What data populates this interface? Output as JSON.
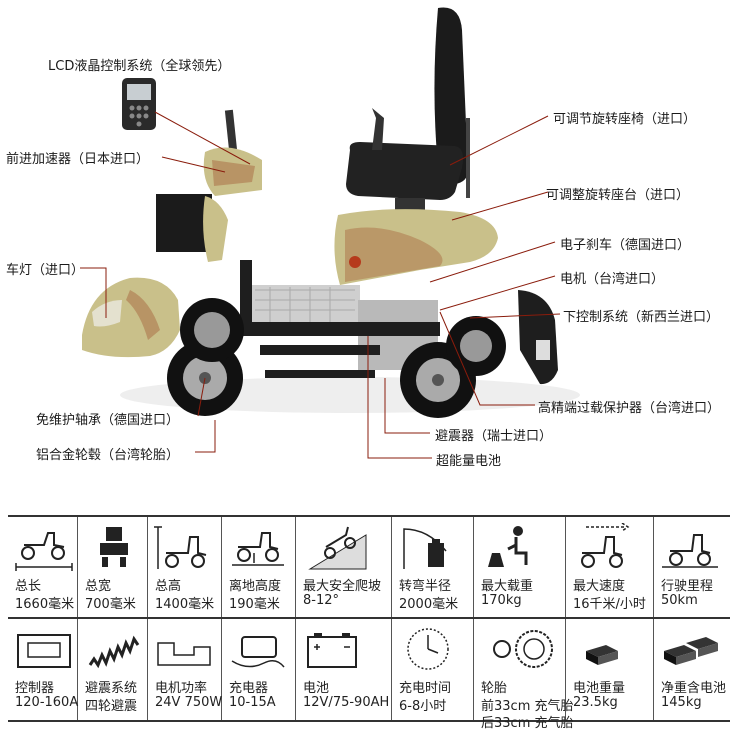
{
  "callouts": {
    "lcd": "LCD液晶控制系统（全球领先）",
    "accelerator": "前进加速器（日本进口）",
    "headlight": "车灯（进口）",
    "bearing": "免维护轴承（德国进口）",
    "wheel_hub": "铝合金轮毂（台湾轮胎）",
    "seat": "可调节旋转座椅（进口）",
    "seat_base": "可调整旋转座台（进口）",
    "brake": "电子刹车（德国进口）",
    "motor": "电机（台湾进口）",
    "lower_control": "下控制系统（新西兰进口）",
    "overload": "高精端过载保护器（台湾进口）",
    "shock": "避震器（瑞士进口）",
    "battery": "超能量电池"
  },
  "specs_row1": [
    {
      "label": "总长",
      "value": "1660毫米",
      "icon": "scooter-length-icon"
    },
    {
      "label": "总宽",
      "value": "700毫米",
      "icon": "scooter-front-icon"
    },
    {
      "label": "总高",
      "value": "1400毫米",
      "icon": "scooter-height-icon"
    },
    {
      "label": "离地高度",
      "value": "190毫米",
      "icon": "ground-clearance-icon"
    },
    {
      "label": "最大安全爬坡",
      "value": "8-12°",
      "icon": "slope-icon"
    },
    {
      "label": "转弯半径",
      "value": "2000毫米",
      "icon": "turning-radius-icon"
    },
    {
      "label": "最大载重",
      "value": "170kg",
      "icon": "load-icon"
    },
    {
      "label": "最大速度",
      "value": "16千米/小时",
      "icon": "speed-icon"
    },
    {
      "label": "行驶里程",
      "value": "50km",
      "icon": "range-icon"
    }
  ],
  "specs_row2": [
    {
      "label": "控制器",
      "value": "120-160A",
      "icon": "controller-icon"
    },
    {
      "label": "避震系统",
      "value": "四轮避震",
      "icon": "spring-icon"
    },
    {
      "label": "电机功率",
      "value": "24V 750W",
      "icon": "motor-icon"
    },
    {
      "label": "充电器",
      "value": "10-15A",
      "icon": "charger-icon"
    },
    {
      "label": "电池",
      "value": "12V/75-90AH",
      "icon": "battery-icon"
    },
    {
      "label": "充电时间",
      "value": "6-8小时",
      "icon": "clock-icon"
    },
    {
      "label": "轮胎",
      "value": "前33cm 充气胎",
      "value2": "后33cm 充气胎",
      "icon": "tire-icon"
    },
    {
      "label": "电池重量",
      "value": "23.5kg",
      "icon": "battery-weight-icon"
    },
    {
      "label": "净重含电池",
      "value": "145kg",
      "icon": "net-weight-icon"
    }
  ]
}
